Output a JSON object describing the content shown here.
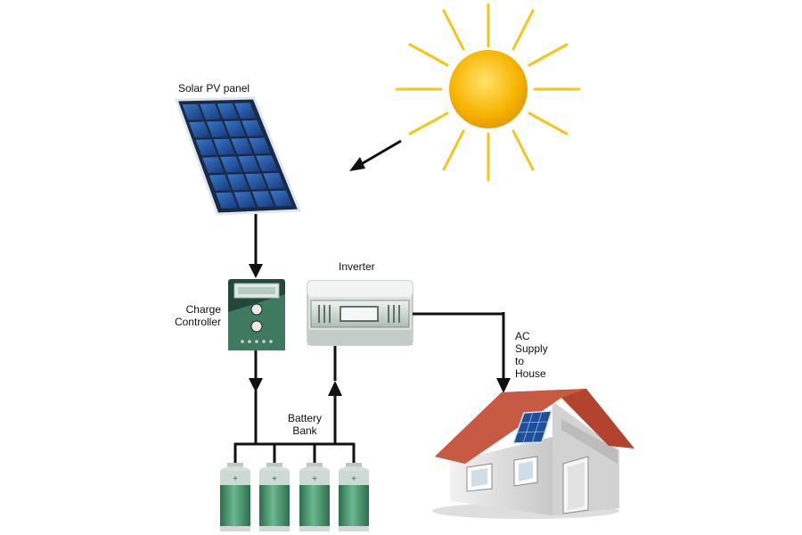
{
  "labels": {
    "solar_panel": "Solar PV panel",
    "charge_controller_line1": "Charge",
    "charge_controller_line2": "Controller",
    "inverter": "Inverter",
    "battery_line1": "Battery",
    "battery_line2": "Bank",
    "ac_line1": "AC",
    "ac_line2": "Supply",
    "ac_line3": "to",
    "ac_line4": "House"
  },
  "colors": {
    "sun_ray": "#f5c518",
    "sun_core": "#f7b500",
    "panel_cell": "#1f4f9a",
    "panel_frame": "#1a2a44",
    "controller_body": "#2f5a48",
    "inverter_body": "#c9d6cf",
    "battery_body": "#3a8a62",
    "roof": "#b2432f",
    "wall": "#e8e8e8",
    "arrow": "#111111"
  },
  "icons": {
    "sun": "sun-icon",
    "panel": "solar-panel-icon",
    "controller": "charge-controller-icon",
    "inverter": "inverter-icon",
    "battery": "battery-icon",
    "house": "house-icon"
  }
}
